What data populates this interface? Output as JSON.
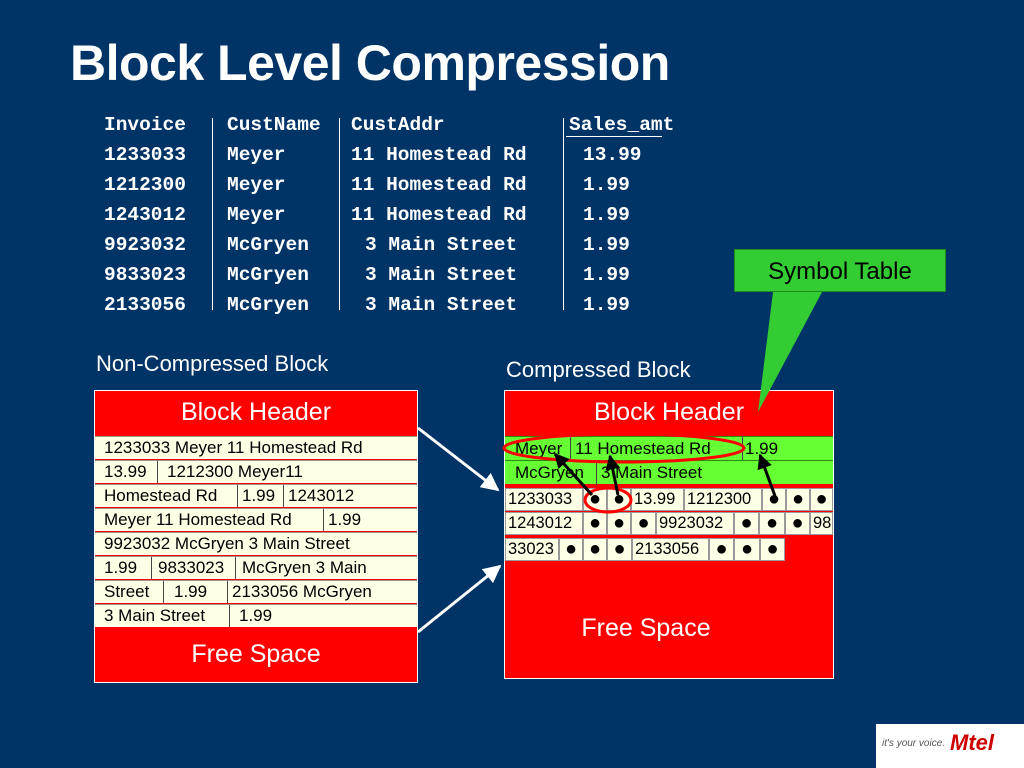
{
  "title": "Block Level Compression",
  "table": {
    "headers": [
      "Invoice",
      "CustName",
      "CustAddr",
      "Sales_amt"
    ],
    "rows": [
      [
        "1233033",
        "Meyer",
        "11 Homestead Rd",
        "13.99"
      ],
      [
        "1212300",
        "Meyer",
        "11 Homestead Rd",
        "1.99"
      ],
      [
        "1243012",
        "Meyer",
        "11 Homestead Rd",
        "1.99"
      ],
      [
        "9923032",
        "McGryen",
        "3 Main Street",
        "1.99"
      ],
      [
        "9833023",
        "McGryen",
        "3 Main Street",
        "1.99"
      ],
      [
        "2133056",
        "McGryen",
        "3 Main Street",
        "1.99"
      ]
    ]
  },
  "symbol_table_label": "Symbol Table",
  "non_compressed": {
    "label": "Non-Compressed Block",
    "header": "Block Header",
    "rows": [
      [
        "1233033 Meyer 11 Homestead Rd"
      ],
      [
        "13.99",
        "1212300 Meyer11"
      ],
      [
        "Homestead Rd",
        "1.99",
        "1243012"
      ],
      [
        "Meyer 11 Homestead Rd",
        "1.99"
      ],
      [
        "9923032 McGryen 3 Main Street"
      ],
      [
        "1.99",
        "9833023",
        "McGryen 3 Main"
      ],
      [
        "Street",
        "1.99",
        "2133056 McGryen"
      ],
      [
        "3 Main Street",
        "1.99"
      ]
    ],
    "free_space": "Free Space"
  },
  "compressed": {
    "label": "Compressed Block",
    "header": "Block Header",
    "symbol_rows": [
      [
        "Meyer",
        "11 Homestead Rd",
        "1.99"
      ],
      [
        "McGryen",
        "3 Main Street"
      ]
    ],
    "data_rows": [
      [
        "1233033",
        "●",
        "●",
        "13.99",
        "1212300",
        "●",
        "●",
        "●"
      ],
      [
        "1243012",
        "●",
        "●",
        "●",
        "9923032",
        "●",
        "●",
        "●",
        "98"
      ],
      [
        "33023",
        "●",
        "●",
        "●",
        "2133056",
        "●",
        "●",
        "●"
      ]
    ],
    "free_space": "Free Space"
  },
  "logo": {
    "tagline": "it's your voice.",
    "brand": "Mtel"
  },
  "colors": {
    "background": "#003366",
    "block_red": "#ff0000",
    "symbol_green": "#66ff33",
    "callout_green": "#33cc33",
    "cell_bg": "#ffffe6"
  }
}
